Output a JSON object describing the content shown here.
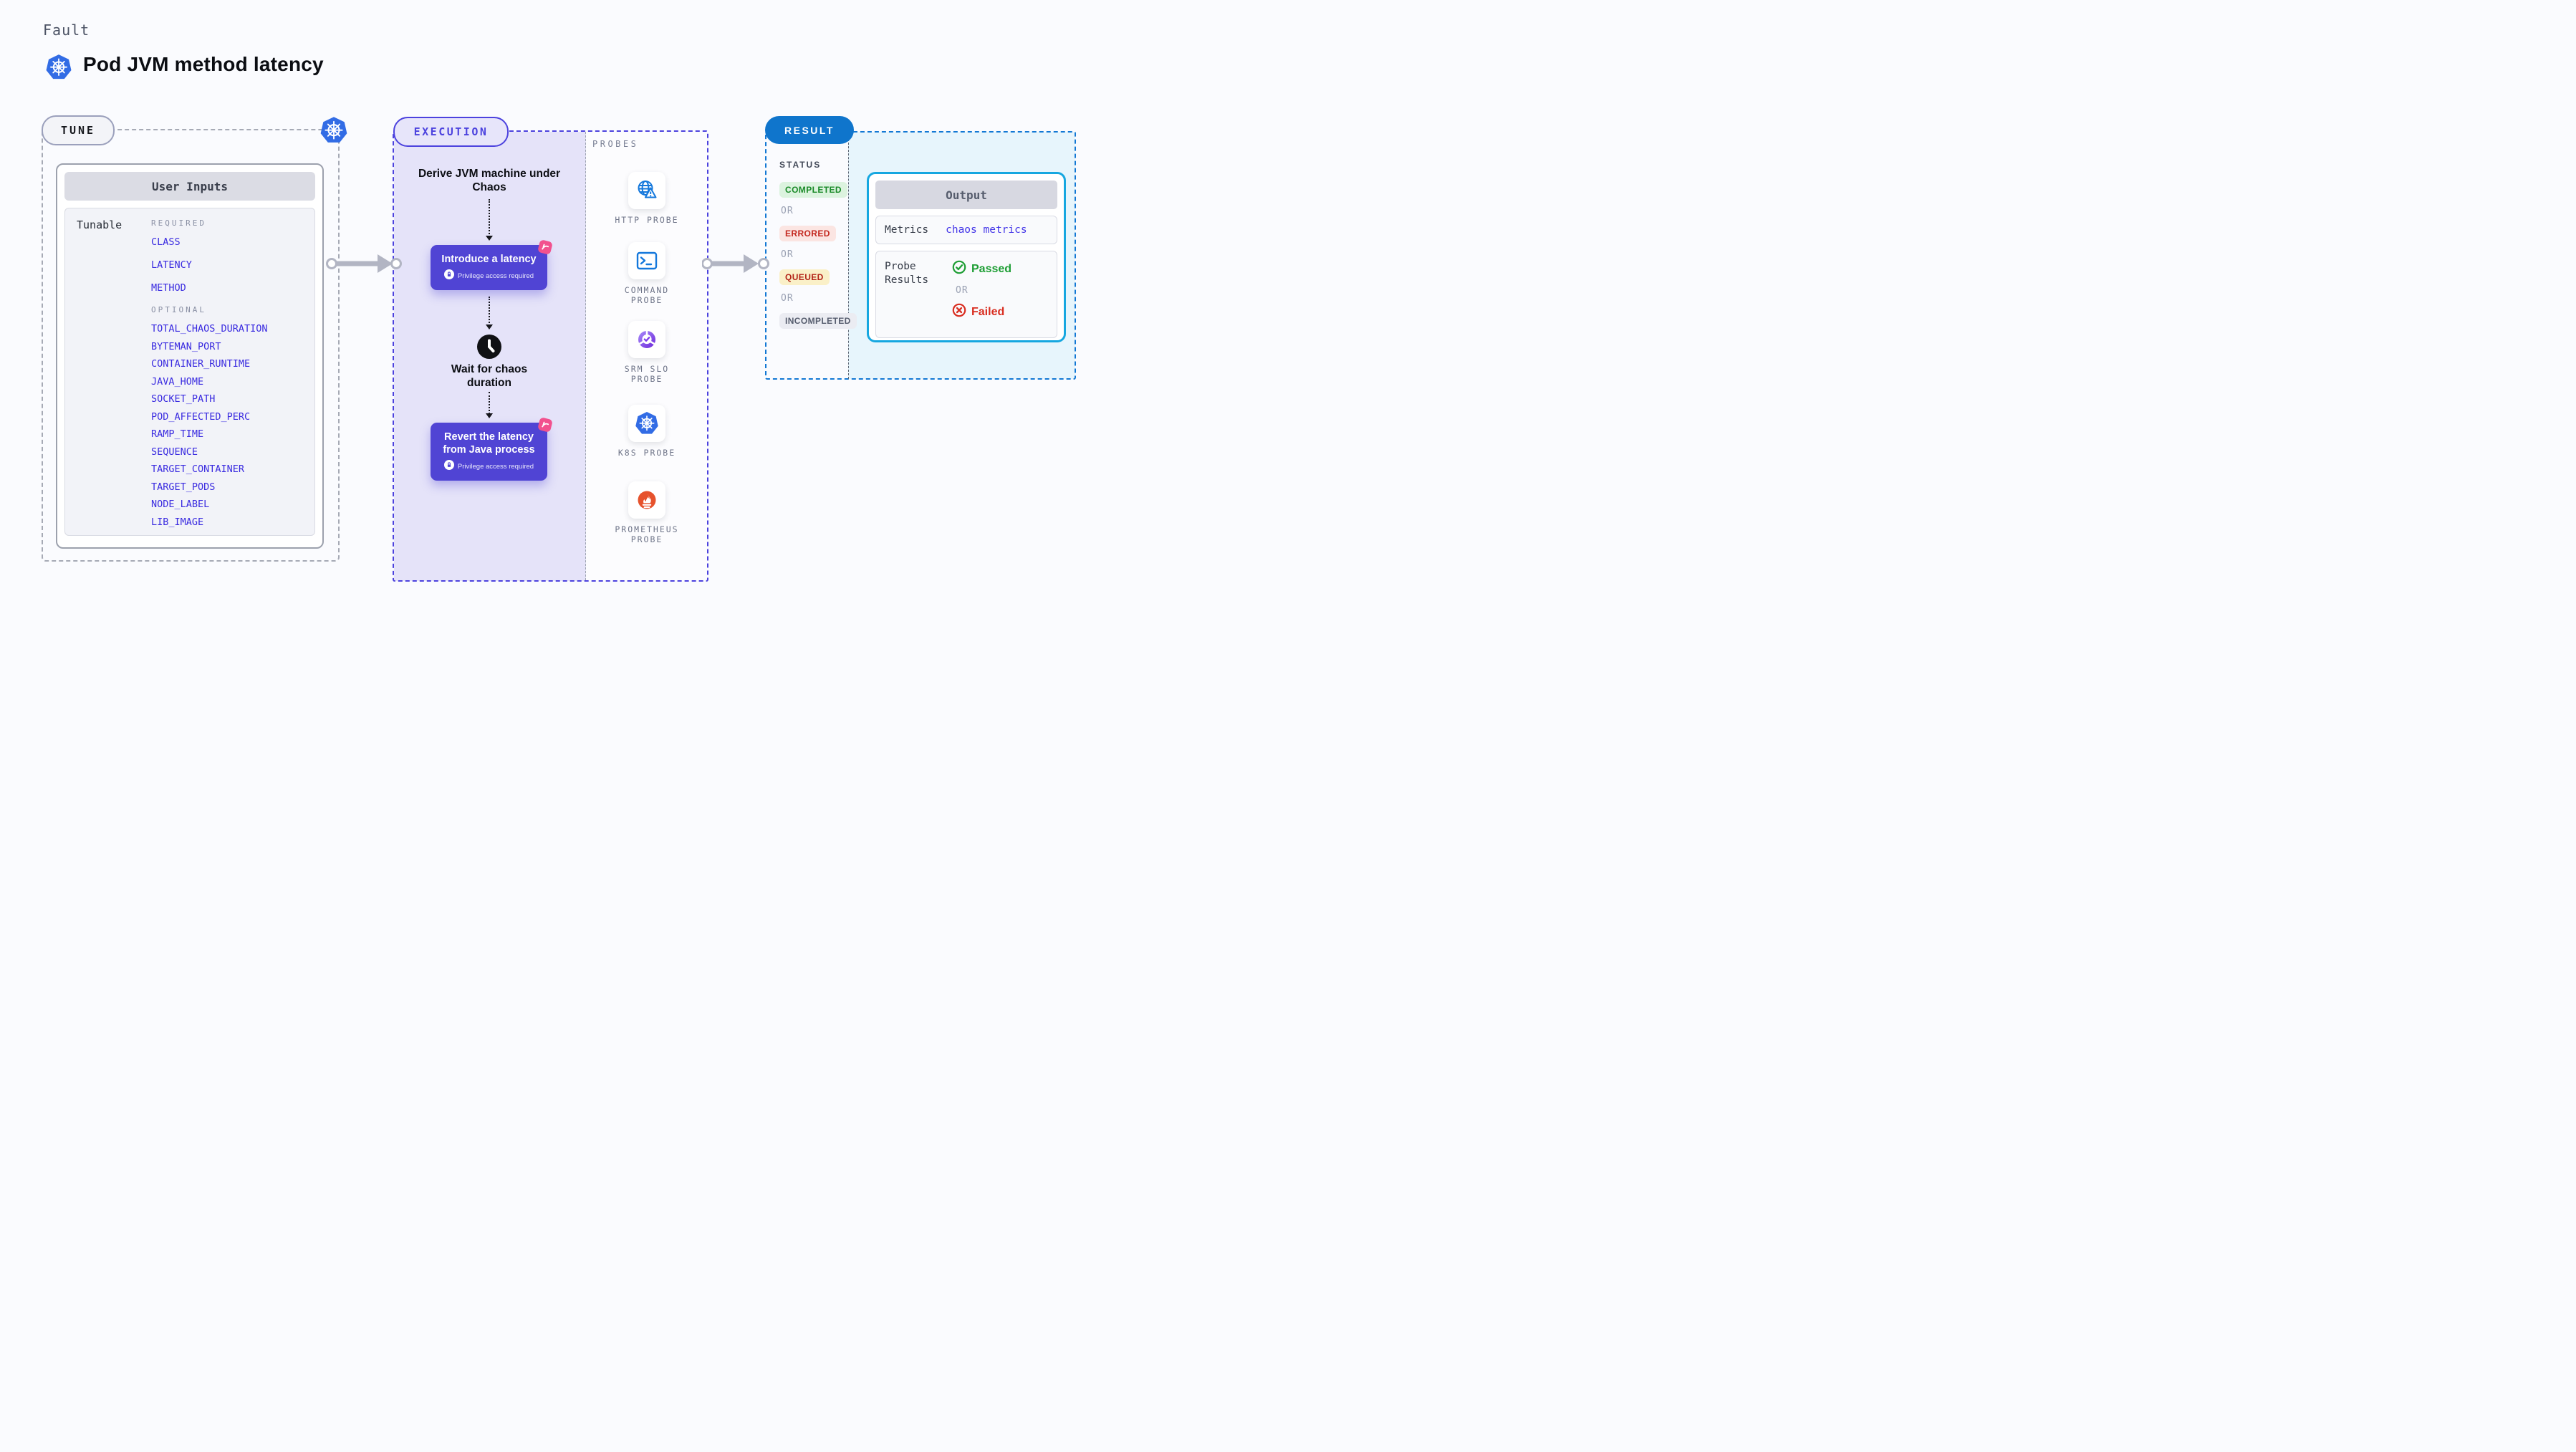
{
  "page": {
    "fault_label": "Fault",
    "title": "Pod JVM method latency"
  },
  "tune": {
    "pill": "TUNE",
    "card_title": "User Inputs",
    "row_label": "Tunable",
    "required_label": "REQUIRED",
    "required": [
      "CLASS",
      "LATENCY",
      "METHOD"
    ],
    "optional_label": "OPTIONAL",
    "optional": [
      "TOTAL_CHAOS_DURATION",
      "BYTEMAN_PORT",
      "CONTAINER_RUNTIME",
      "JAVA_HOME",
      "SOCKET_PATH",
      "POD_AFFECTED_PERC",
      "RAMP_TIME",
      "SEQUENCE",
      "TARGET_CONTAINER",
      "TARGET_PODS",
      "NODE_LABEL",
      "LIB_IMAGE"
    ]
  },
  "execution": {
    "pill": "EXECUTION",
    "derive_step": "Derive JVM machine under Chaos",
    "introduce_step": "Introduce a latency",
    "wait_step": "Wait for chaos duration",
    "revert_step": "Revert the latency from Java process",
    "privilege_label": "Privilege access required"
  },
  "probes": {
    "label": "PROBES",
    "items": [
      {
        "line1": "HTTP PROBE",
        "line2": "",
        "icon": "globe-alert-icon"
      },
      {
        "line1": "COMMAND",
        "line2": "PROBE",
        "icon": "terminal-icon"
      },
      {
        "line1": "SRM SLO",
        "line2": "PROBE",
        "icon": "slo-gauge-icon"
      },
      {
        "line1": "K8S PROBE",
        "line2": "",
        "icon": "kubernetes-icon"
      },
      {
        "line1": "PROMETHEUS",
        "line2": "PROBE",
        "icon": "prometheus-icon"
      }
    ]
  },
  "result": {
    "pill": "RESULT",
    "status_label": "STATUS",
    "or_label": "OR",
    "statuses": [
      "COMPLETED",
      "ERRORED",
      "QUEUED",
      "INCOMPLETED"
    ],
    "output": {
      "title": "Output",
      "metrics_label": "Metrics",
      "metrics_value": "chaos metrics",
      "probe_results_label": "Probe Results",
      "passed_label": "Passed",
      "failed_label": "Failed"
    }
  },
  "colors": {
    "kubernetes_blue": "#326CE5",
    "link_blue": "#3A2BE0",
    "execution_indigo": "#4C42DE",
    "step_box_indigo": "#5044D4",
    "result_blue": "#0F75CC",
    "output_border_cyan": "#16A7E0",
    "completed_green": "#1A8A28",
    "errored_red": "#C3261D",
    "queued_red": "#B32318",
    "incompleted_gray": "#565D6E",
    "passed_green": "#1E9E34",
    "failed_red": "#D92D20",
    "pink_badge": "#F2518E",
    "prometheus_orange": "#E6522C"
  }
}
